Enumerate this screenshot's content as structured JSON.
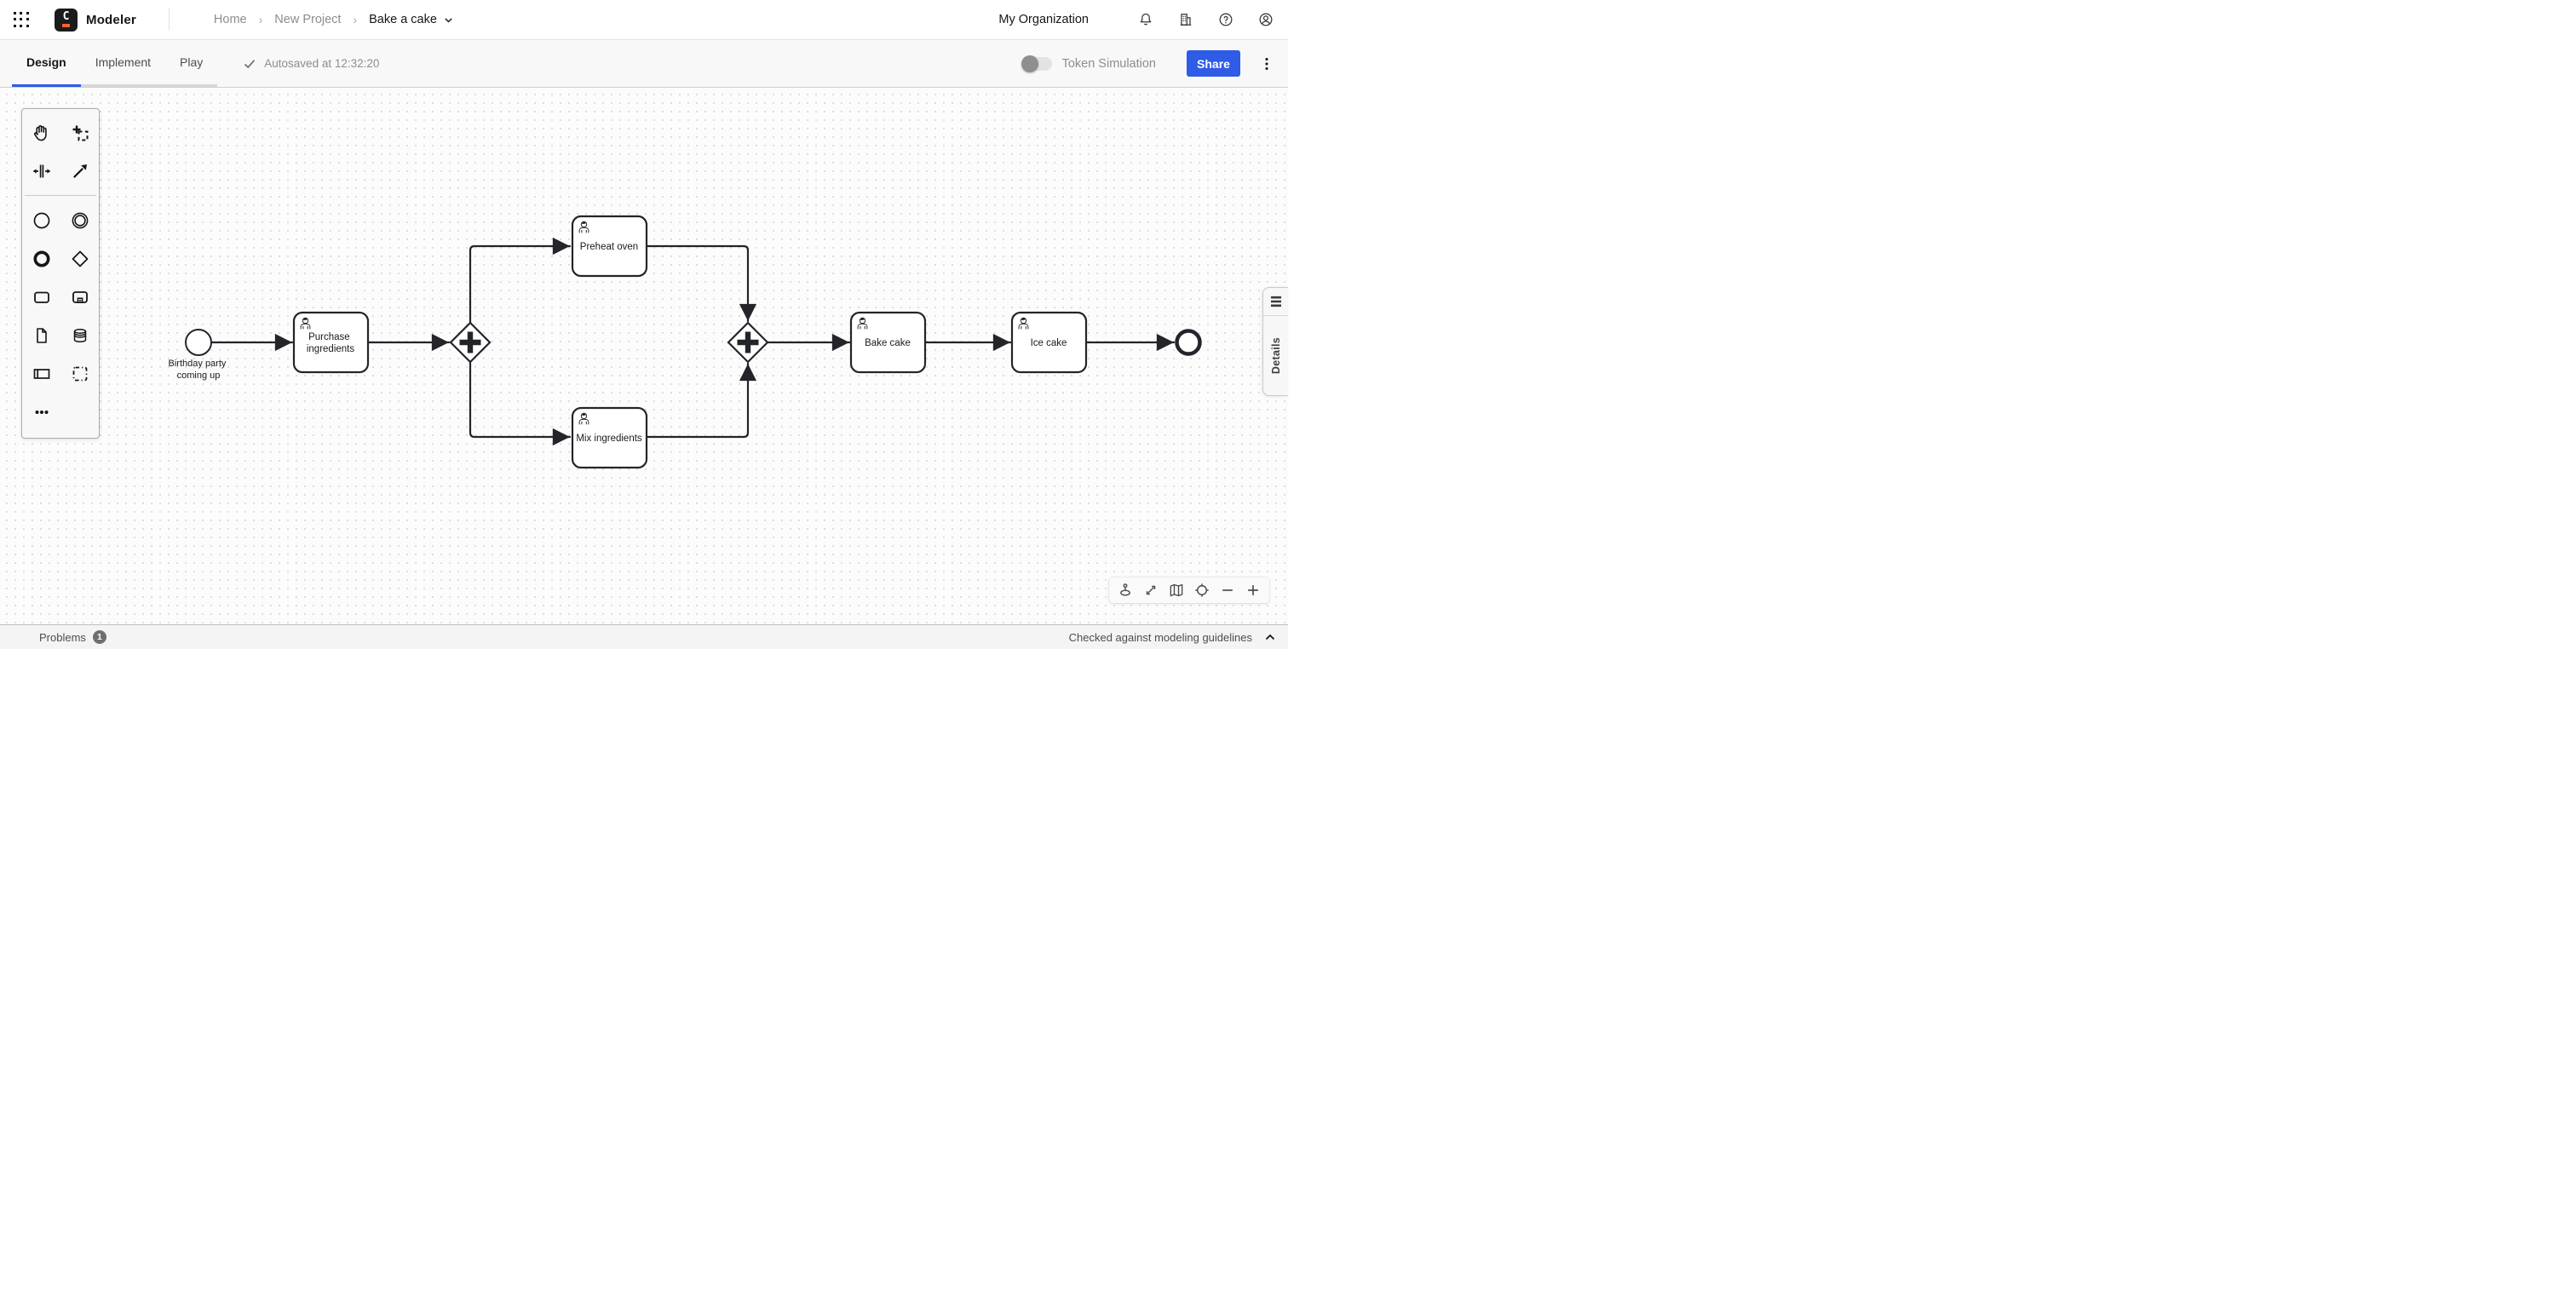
{
  "header": {
    "product": "Modeler",
    "breadcrumb": {
      "home": "Home",
      "project": "New Project",
      "current": "Bake a cake"
    },
    "org": "My Organization",
    "icons": [
      "app-switcher-icon",
      "camunda-logo",
      "bell-icon",
      "building-icon",
      "help-icon",
      "profile-icon"
    ]
  },
  "tabbar": {
    "tabs": [
      {
        "label": "Design",
        "active": true
      },
      {
        "label": "Implement",
        "active": false
      },
      {
        "label": "Play",
        "active": false
      }
    ],
    "autosave": "Autosaved at 12:32:20",
    "token_simulation_label": "Token Simulation",
    "token_simulation_on": false,
    "share_label": "Share"
  },
  "palette": {
    "tools": [
      "hand-tool",
      "lasso-tool",
      "space-tool",
      "global-connect-tool",
      "start-event",
      "intermediate-event",
      "end-event",
      "gateway",
      "task",
      "subprocess",
      "data-object",
      "data-store",
      "participant",
      "group",
      "more-options"
    ]
  },
  "diagram": {
    "start_event": {
      "label": "Birthday party coming up",
      "label_lines": [
        "Birthday party",
        "coming up"
      ]
    },
    "tasks": [
      {
        "id": "purchase-ingredients",
        "label": "Purchase ingredients",
        "lines": [
          "Purchase",
          "ingredients"
        ],
        "type": "user-task"
      },
      {
        "id": "preheat-oven",
        "label": "Preheat oven",
        "lines": [
          "Preheat oven"
        ],
        "type": "user-task"
      },
      {
        "id": "mix-ingredients",
        "label": "Mix ingredients",
        "lines": [
          "Mix ingredients"
        ],
        "type": "user-task"
      },
      {
        "id": "bake-cake",
        "label": "Bake cake",
        "lines": [
          "Bake cake"
        ],
        "type": "user-task"
      },
      {
        "id": "ice-cake",
        "label": "Ice cake",
        "lines": [
          "Ice cake"
        ],
        "type": "user-task"
      }
    ],
    "gateways": [
      "parallel-gateway-split",
      "parallel-gateway-join"
    ],
    "end_event": {
      "label": ""
    }
  },
  "details_panel": {
    "label": "Details"
  },
  "canvas_controls": [
    "hand-tool-toggle",
    "fit-to-viewport",
    "minimap",
    "reset-view",
    "zoom-out",
    "zoom-in"
  ],
  "statusbar": {
    "problems_label": "Problems",
    "problems_count": "1",
    "right_status": "Checked against modeling guidelines"
  },
  "colors": {
    "accent_blue": "#2e5ce6",
    "logo_orange": "#f0652f",
    "bpmn_stroke": "#23252b"
  }
}
